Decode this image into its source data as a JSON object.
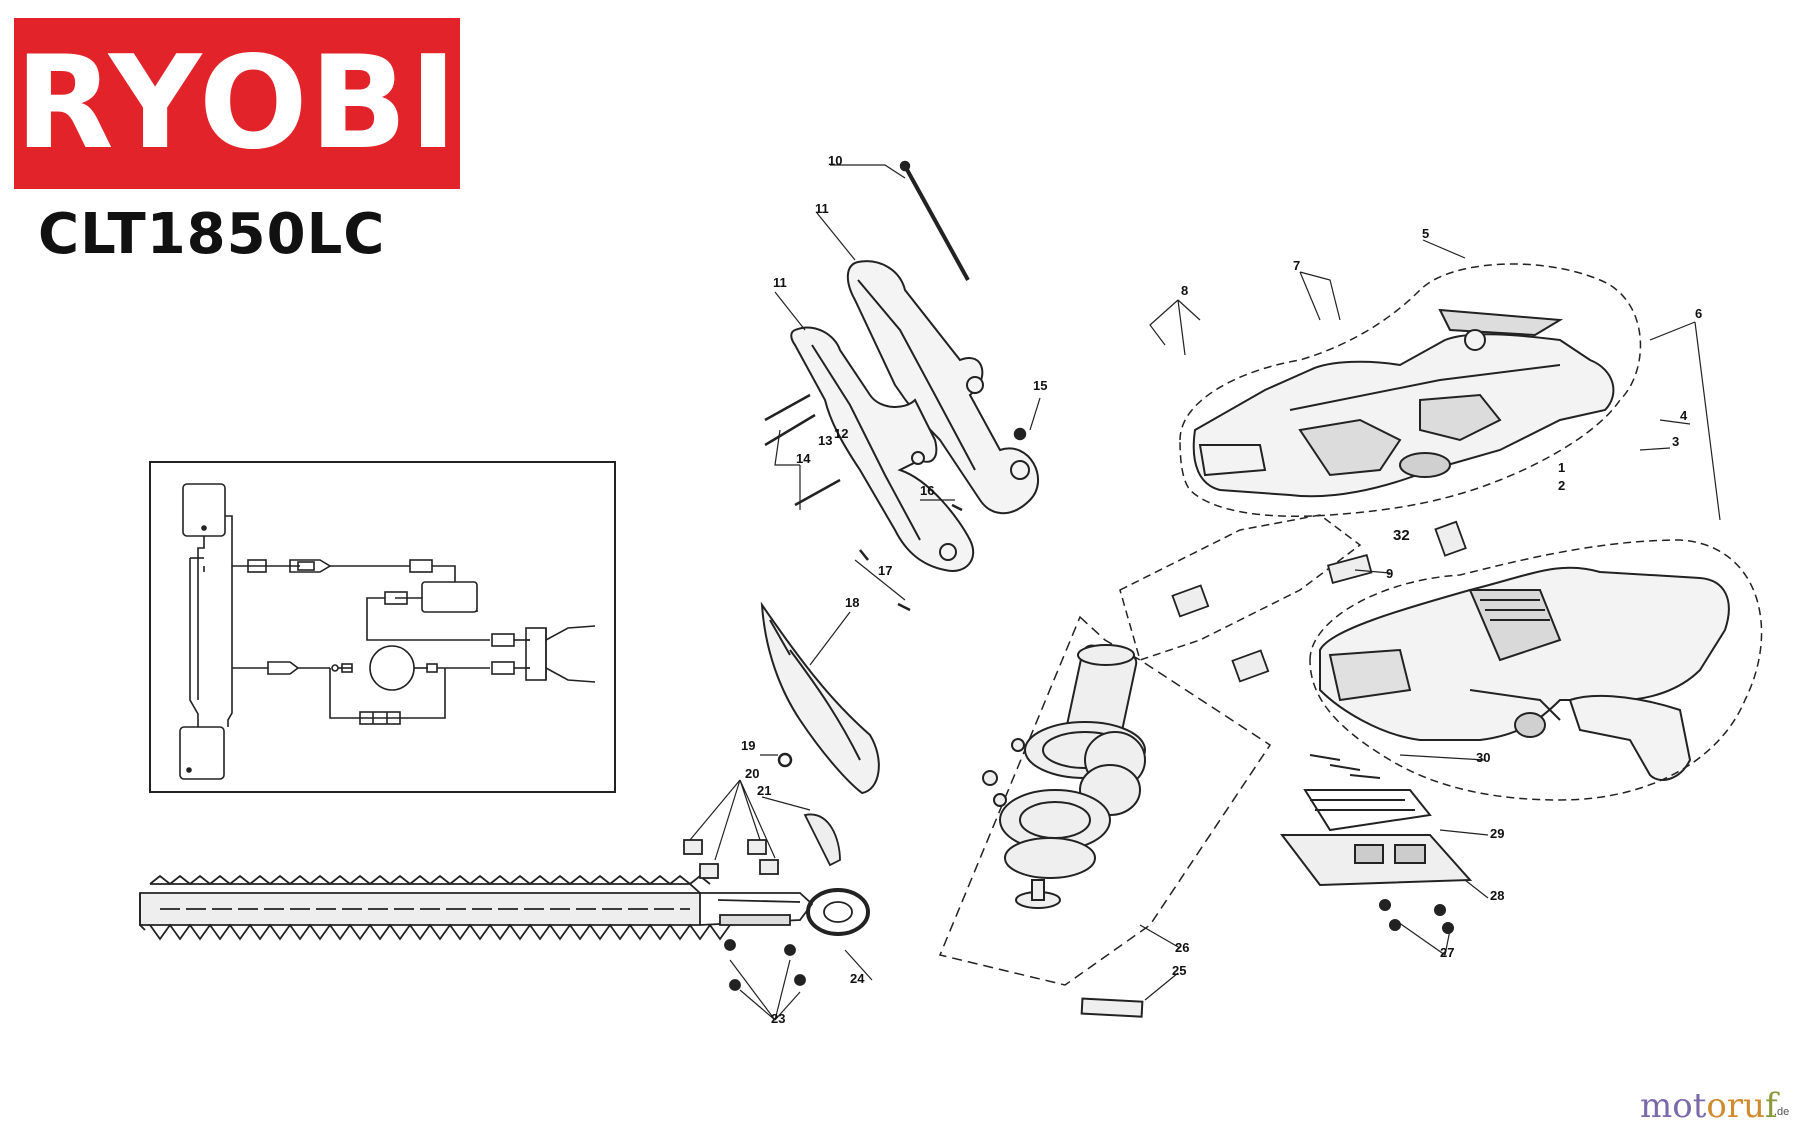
{
  "brand": {
    "logo_text": "RYOBI",
    "color": "#e2232a"
  },
  "model": "CLT1850LC",
  "watermark": {
    "part1": "mot",
    "part2": "oru",
    "part3": "f",
    "suffix": ".de"
  },
  "part_labels": [
    "10",
    "11",
    "11",
    "15",
    "13",
    "12",
    "14",
    "16",
    "17",
    "18",
    "5",
    "7",
    "8",
    "6",
    "4",
    "3",
    "1",
    "2",
    "32",
    "9",
    "19",
    "20",
    "21",
    "24",
    "23",
    "26",
    "25",
    "30",
    "29",
    "28",
    "27"
  ]
}
